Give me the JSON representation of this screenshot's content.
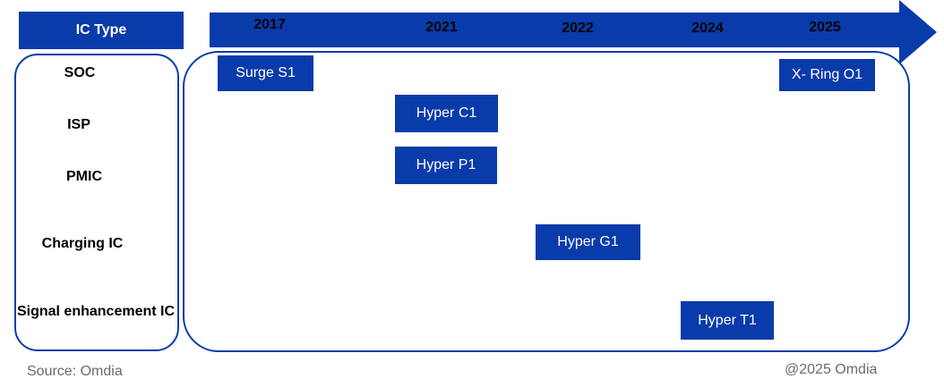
{
  "header": {
    "label": "IC Type"
  },
  "years": [
    "2017",
    "2021",
    "2022",
    "2024",
    "2025"
  ],
  "ic_types": [
    "SOC",
    "ISP",
    "PMIC",
    "Charging IC",
    "Signal enhancement IC"
  ],
  "products": [
    {
      "name": "Surge S1",
      "year": "2017",
      "ic_type": "SOC"
    },
    {
      "name": "X- Ring O1",
      "year": "2025",
      "ic_type": "SOC"
    },
    {
      "name": "Hyper C1",
      "year": "2021",
      "ic_type": "ISP"
    },
    {
      "name": "Hyper P1",
      "year": "2021",
      "ic_type": "PMIC"
    },
    {
      "name": "Hyper G1",
      "year": "2022",
      "ic_type": "Charging IC"
    },
    {
      "name": "Hyper T1",
      "year": "2024",
      "ic_type": "Signal enhancement IC"
    }
  ],
  "footer": {
    "source": "Source: Omdia",
    "copyright": "@2025 Omdia"
  },
  "colors": {
    "accent": "#0A3BAA",
    "text": "#000000",
    "footer_text": "#6b6b6b"
  }
}
